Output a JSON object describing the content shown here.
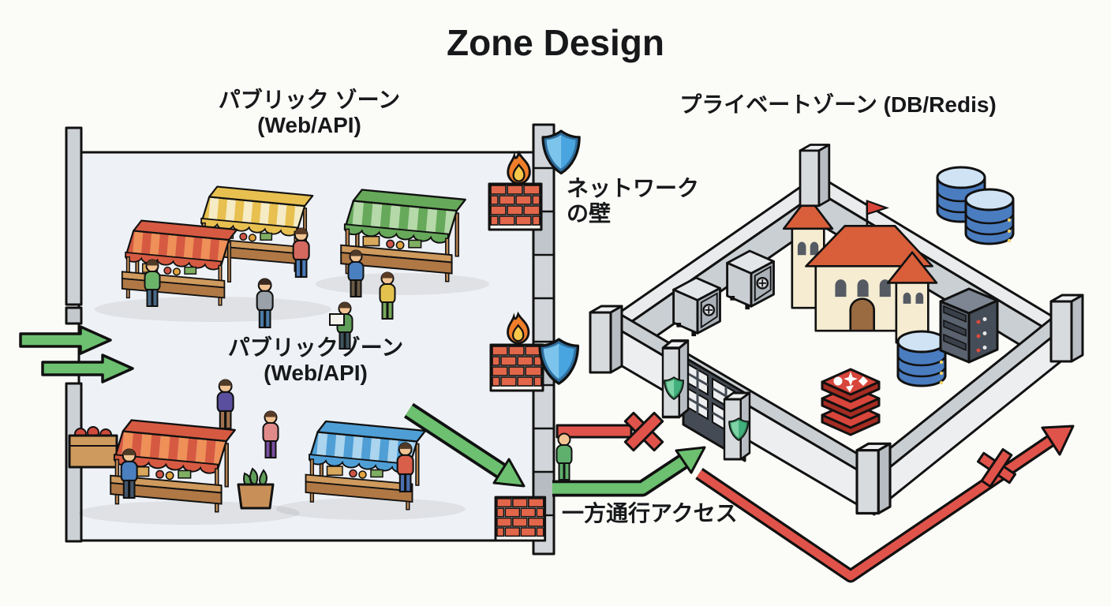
{
  "title": "Zone Design",
  "zones": {
    "public": {
      "label_top_line1": "パブリック ゾーン",
      "label_top_line2": "(Web/API)",
      "label_center_line1": "パブリックゾーン",
      "label_center_line2": "(Web/API)"
    },
    "private": {
      "label": "プライベートゾーン (DB/Redis)"
    }
  },
  "wall": {
    "label_line1": "ネットワーク",
    "label_line2": "の壁"
  },
  "access": {
    "one_way_label": "一方通行アクセス"
  },
  "icons": [
    "flame-icon",
    "firewall-brick-icon",
    "shield-blue-icon",
    "shield-green-icon",
    "market-stall-icon",
    "person-icon",
    "castle-icon",
    "safe-icon",
    "database-cylinder-icon",
    "redis-stack-icon",
    "server-rack-icon",
    "gate-icon",
    "green-arrow-icon",
    "red-blocked-arrow-icon",
    "x-mark-icon"
  ],
  "colors": {
    "background": "#fbfbf8",
    "zone_fill": "#eef1f5",
    "wall_gray": "#d2d6da",
    "allowed_green": "#6cc070",
    "blocked_red": "#e0534a",
    "firewall_brick": "#e2664a",
    "flame_orange": "#ef7d2a",
    "shield_blue": "#49a5df",
    "shield_green": "#41b07c",
    "castle_cream": "#f5ecd2",
    "roof_red": "#d85f3a",
    "db_blue": "#4a7cc0",
    "redis_red": "#d8453a",
    "ink": "#17181a"
  }
}
